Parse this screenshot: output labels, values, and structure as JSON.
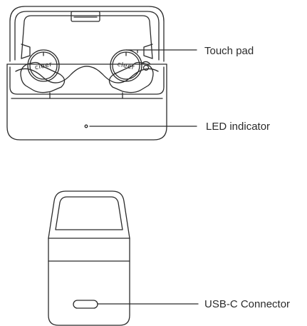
{
  "callouts": {
    "touch_pad": "Touch pad",
    "led_indicator": "LED indicator",
    "usb_c_connector": "USB-C Connector"
  },
  "earbud_brand_left": "cleer",
  "earbud_brand_right": "cleer",
  "colors": {
    "line": "#2b2b2b",
    "fill": "#ffffff"
  }
}
